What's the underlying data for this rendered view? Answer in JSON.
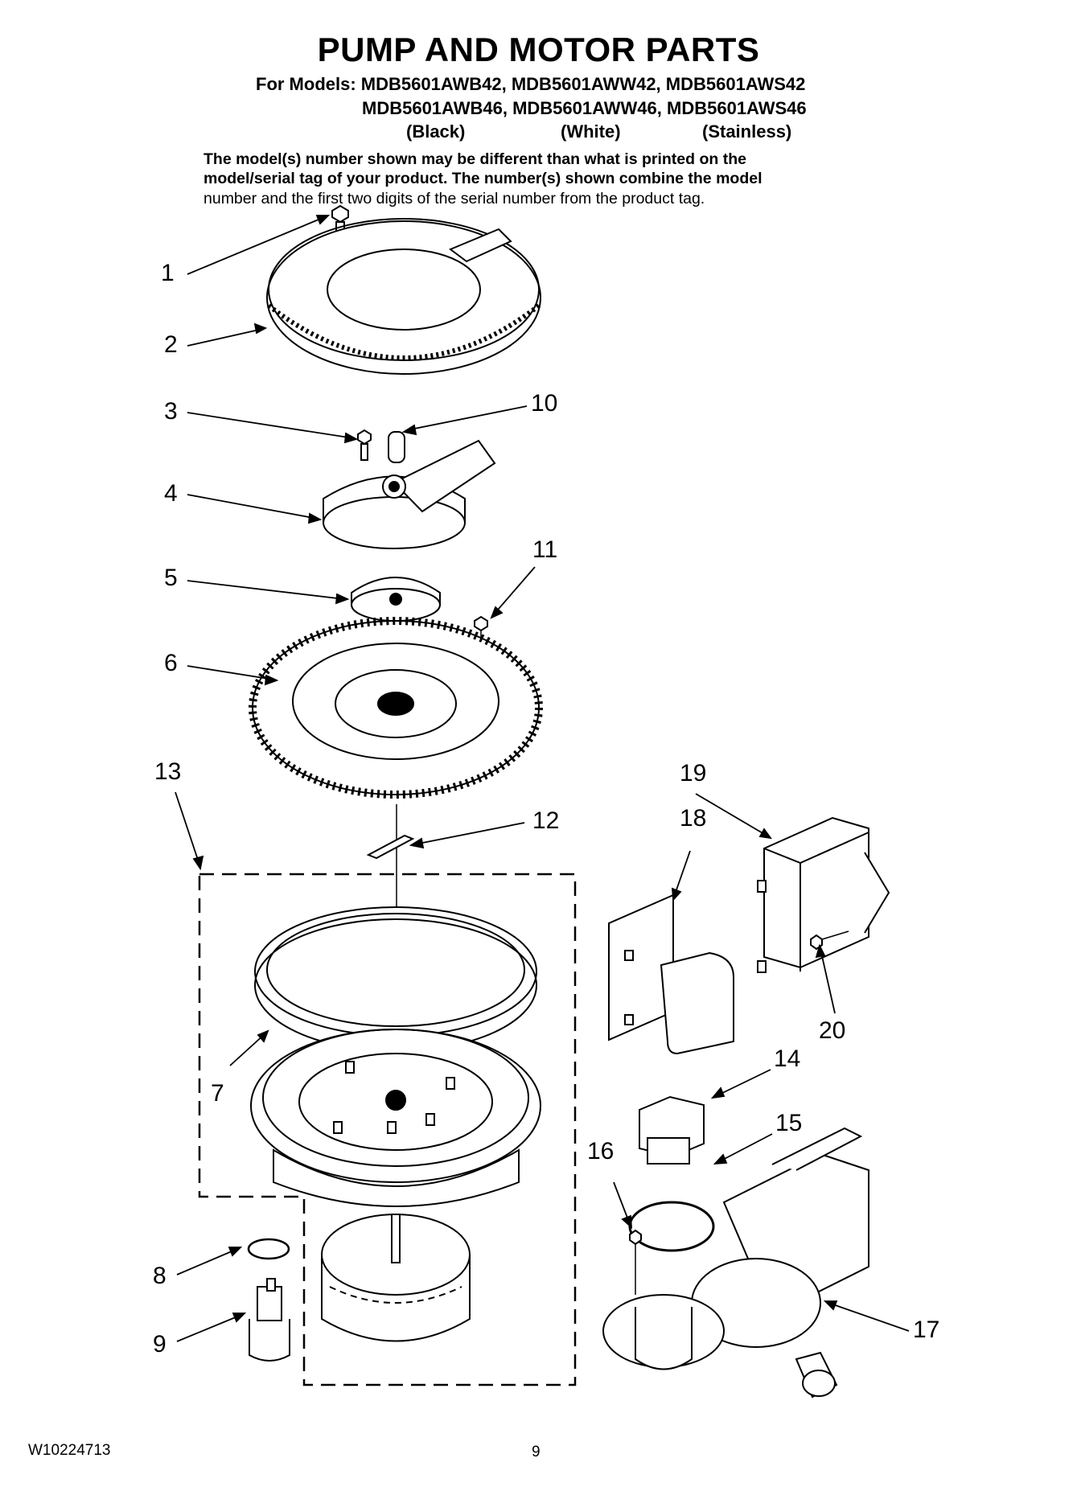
{
  "header": {
    "title": "PUMP AND MOTOR PARTS",
    "models_line1": "For Models: MDB5601AWB42, MDB5601AWW42, MDB5601AWS42",
    "models_line2": "MDB5601AWB46, MDB5601AWW46, MDB5601AWS46",
    "color_black": "(Black)",
    "color_white": "(White)",
    "color_stainless": "(Stainless)"
  },
  "note": {
    "line1": "The model(s) number shown may be different than what is printed on the",
    "line2": "model/serial tag of your product. The number(s) shown combine the model",
    "line3": "number and the first two digits of the serial number from the product tag."
  },
  "callouts": [
    "1",
    "2",
    "3",
    "4",
    "5",
    "6",
    "7",
    "8",
    "9",
    "10",
    "11",
    "12",
    "13",
    "14",
    "15",
    "16",
    "17",
    "18",
    "19",
    "20"
  ],
  "footer": {
    "doc_number": "W10224713",
    "page_number": "9"
  }
}
